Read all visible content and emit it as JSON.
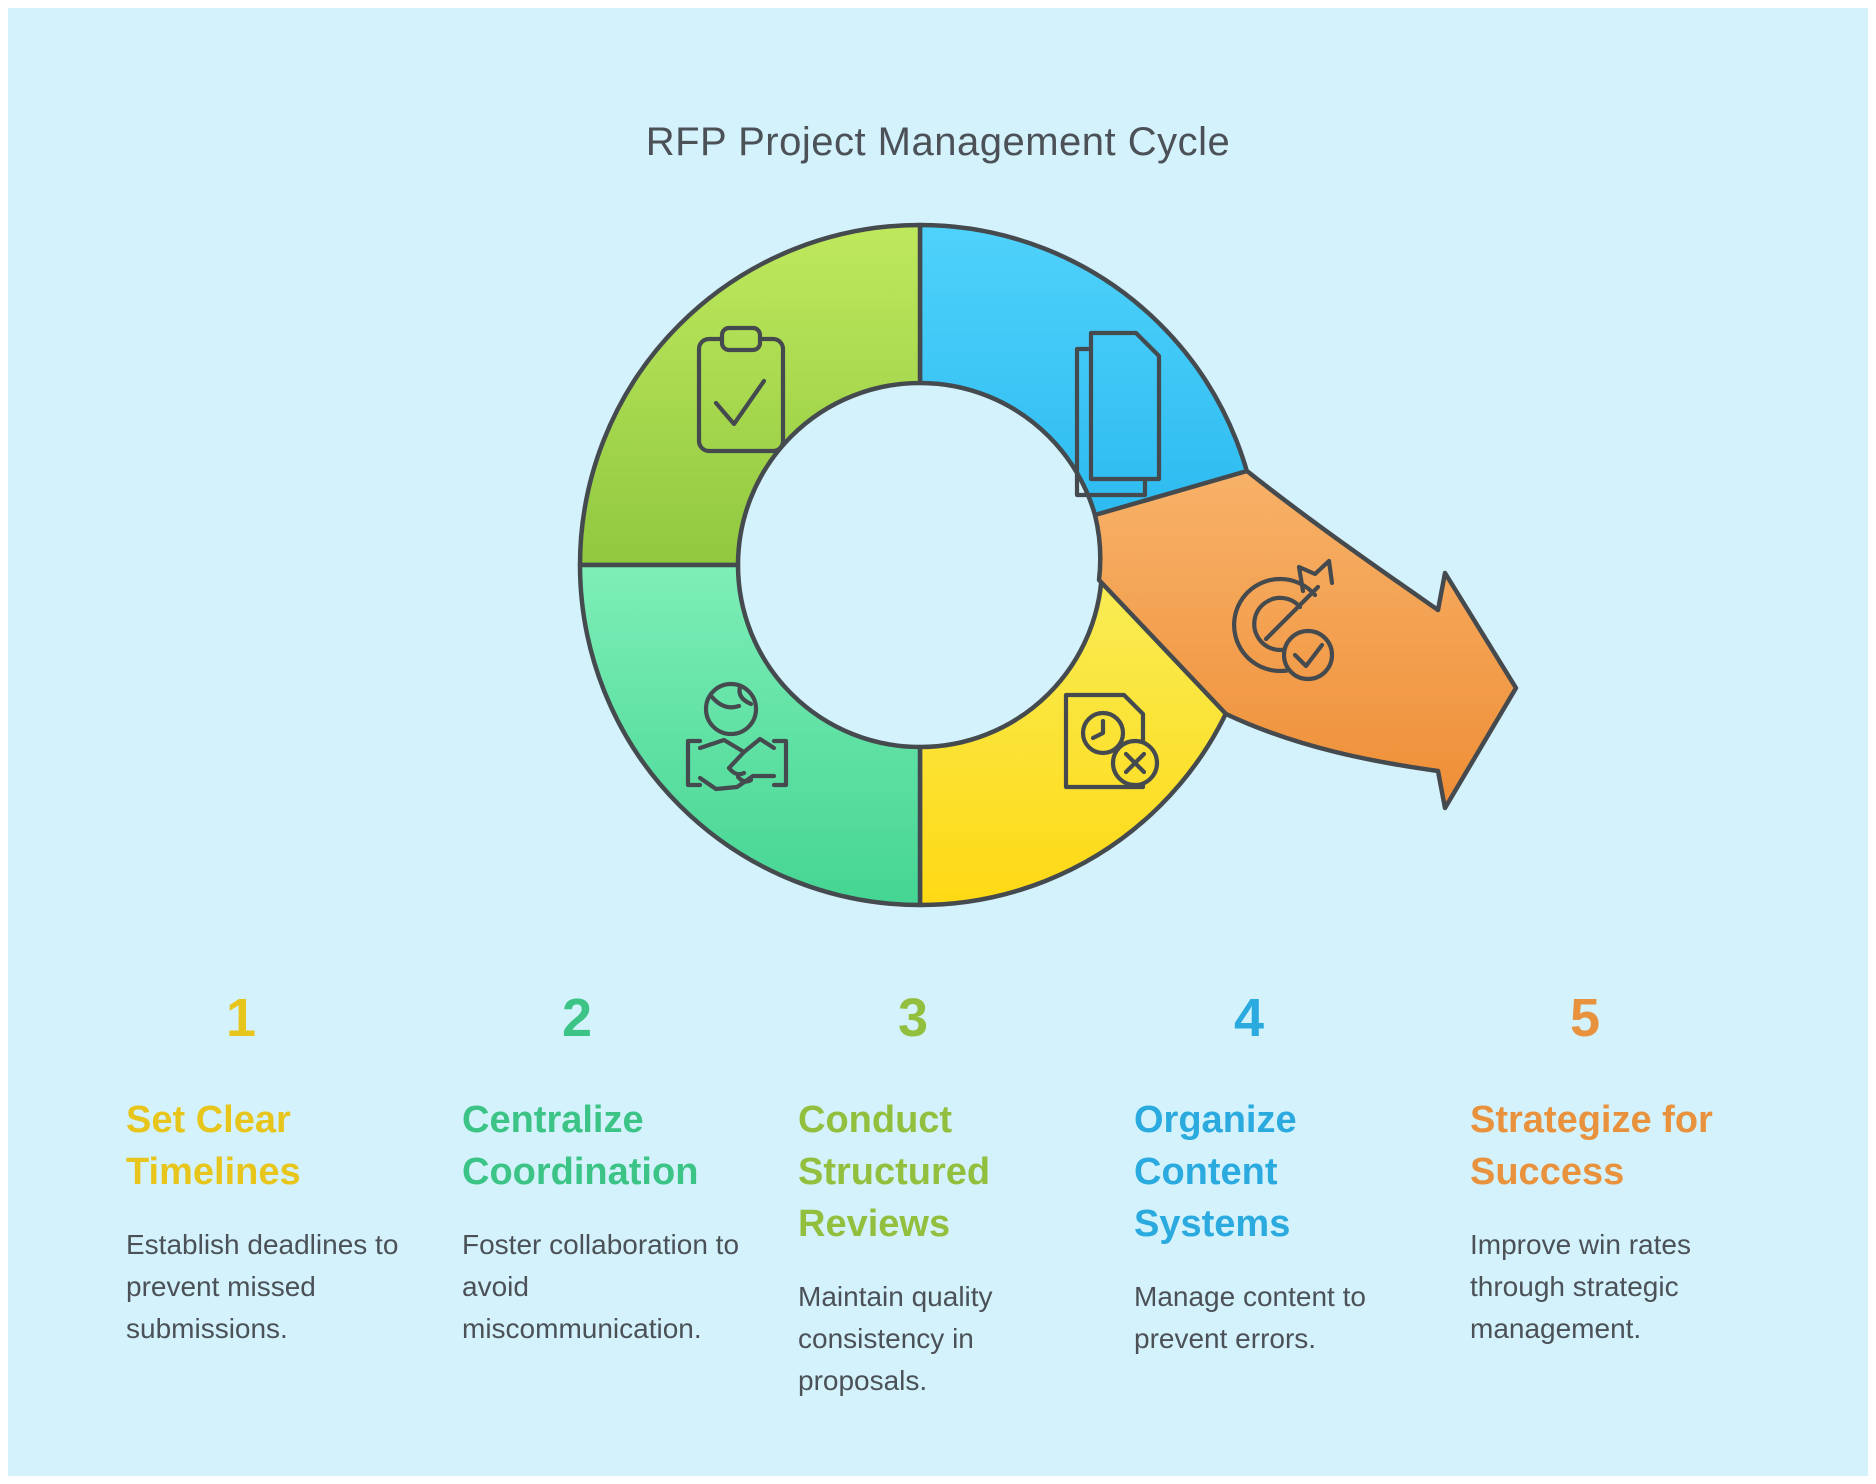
{
  "title": "RFP Project Management Cycle",
  "text_color": "#4b5157",
  "steps": [
    {
      "number": "1",
      "heading": "Set Clear Timelines",
      "description": "Establish deadlines to prevent missed submissions.",
      "accent": "#e8c51b"
    },
    {
      "number": "2",
      "heading": "Centralize Coordination",
      "description": "Foster collaboration to avoid miscommunication.",
      "accent": "#3cc487"
    },
    {
      "number": "3",
      "heading": "Conduct Structured Reviews",
      "description": "Maintain quality consistency in proposals.",
      "accent": "#92bf3d"
    },
    {
      "number": "4",
      "heading": "Organize Content Systems",
      "description": "Manage content to prevent errors.",
      "accent": "#2aaade"
    },
    {
      "number": "5",
      "heading": "Strategize for Success",
      "description": "Improve win rates through strategic management.",
      "accent": "#e9923d"
    }
  ],
  "diagram": {
    "background": "#d3f2fc",
    "line_color": "#454a4f",
    "segments": {
      "green": {
        "from": "#bfe95d",
        "to": "#90c840",
        "icon": "clipboard-check-icon"
      },
      "blue": {
        "from": "#4fd2fb",
        "to": "#28b7ee",
        "icon": "documents-icon"
      },
      "teal": {
        "from": "#7deeb7",
        "to": "#45d593",
        "icon": "handshake-globe-icon"
      },
      "yellow": {
        "from": "#f8ed58",
        "to": "#fed914",
        "icon": "document-deadline-error-icon"
      },
      "arrow": {
        "from": "#f8b56d",
        "to": "#ee8c33",
        "icon": "target-check-icon"
      }
    }
  }
}
